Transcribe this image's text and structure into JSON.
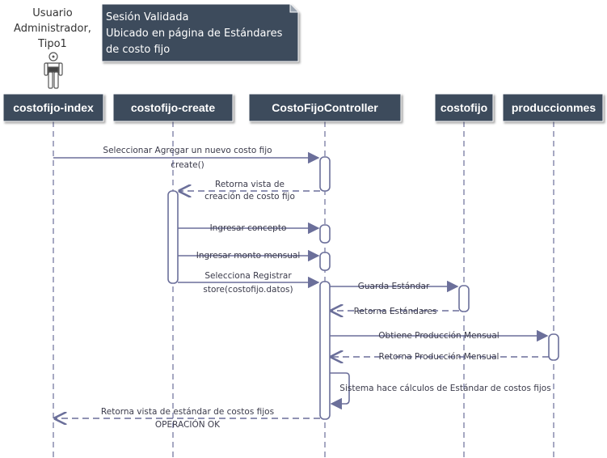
{
  "actor": {
    "lines": [
      "Usuario",
      "Administrador,",
      "Tipo1"
    ]
  },
  "note": {
    "lines": [
      "Sesión Validada",
      "Ubicado en página de Estándares",
      "de costo fijo"
    ]
  },
  "lifelines": [
    {
      "id": "index",
      "label": "costofijo-index"
    },
    {
      "id": "create",
      "label": "costofijo-create"
    },
    {
      "id": "controller",
      "label": "CostoFijoController"
    },
    {
      "id": "costofijo",
      "label": "costofijo"
    },
    {
      "id": "produccion",
      "label": "produccionmes"
    }
  ],
  "messages": [
    {
      "lines": [
        "Seleccionar Agregar un nuevo costo fijo",
        "create()"
      ]
    },
    {
      "lines": [
        "Retorna vista de",
        "creación de costo fijo"
      ]
    },
    {
      "lines": [
        "Ingresar concepto"
      ]
    },
    {
      "lines": [
        "Ingresar monto mensual"
      ]
    },
    {
      "lines": [
        "Selecciona Registrar",
        "store(costofijo.datos)"
      ]
    },
    {
      "lines": [
        "Guarda Estándar"
      ]
    },
    {
      "lines": [
        "Retorna Estándares"
      ]
    },
    {
      "lines": [
        "Obtiene Producción Mensual"
      ]
    },
    {
      "lines": [
        "Retorna Producción Mensual"
      ]
    },
    {
      "lines": [
        "Sistema hace cálculos de Estándar de costos fijos"
      ]
    },
    {
      "lines": [
        "Retorna vista de estándar de costos fijos",
        "OPERACIÓN OK"
      ]
    }
  ],
  "colors": {
    "header": "#3d4b5c",
    "line": "#6b6f9a",
    "activation_fill": "#ffffff"
  }
}
